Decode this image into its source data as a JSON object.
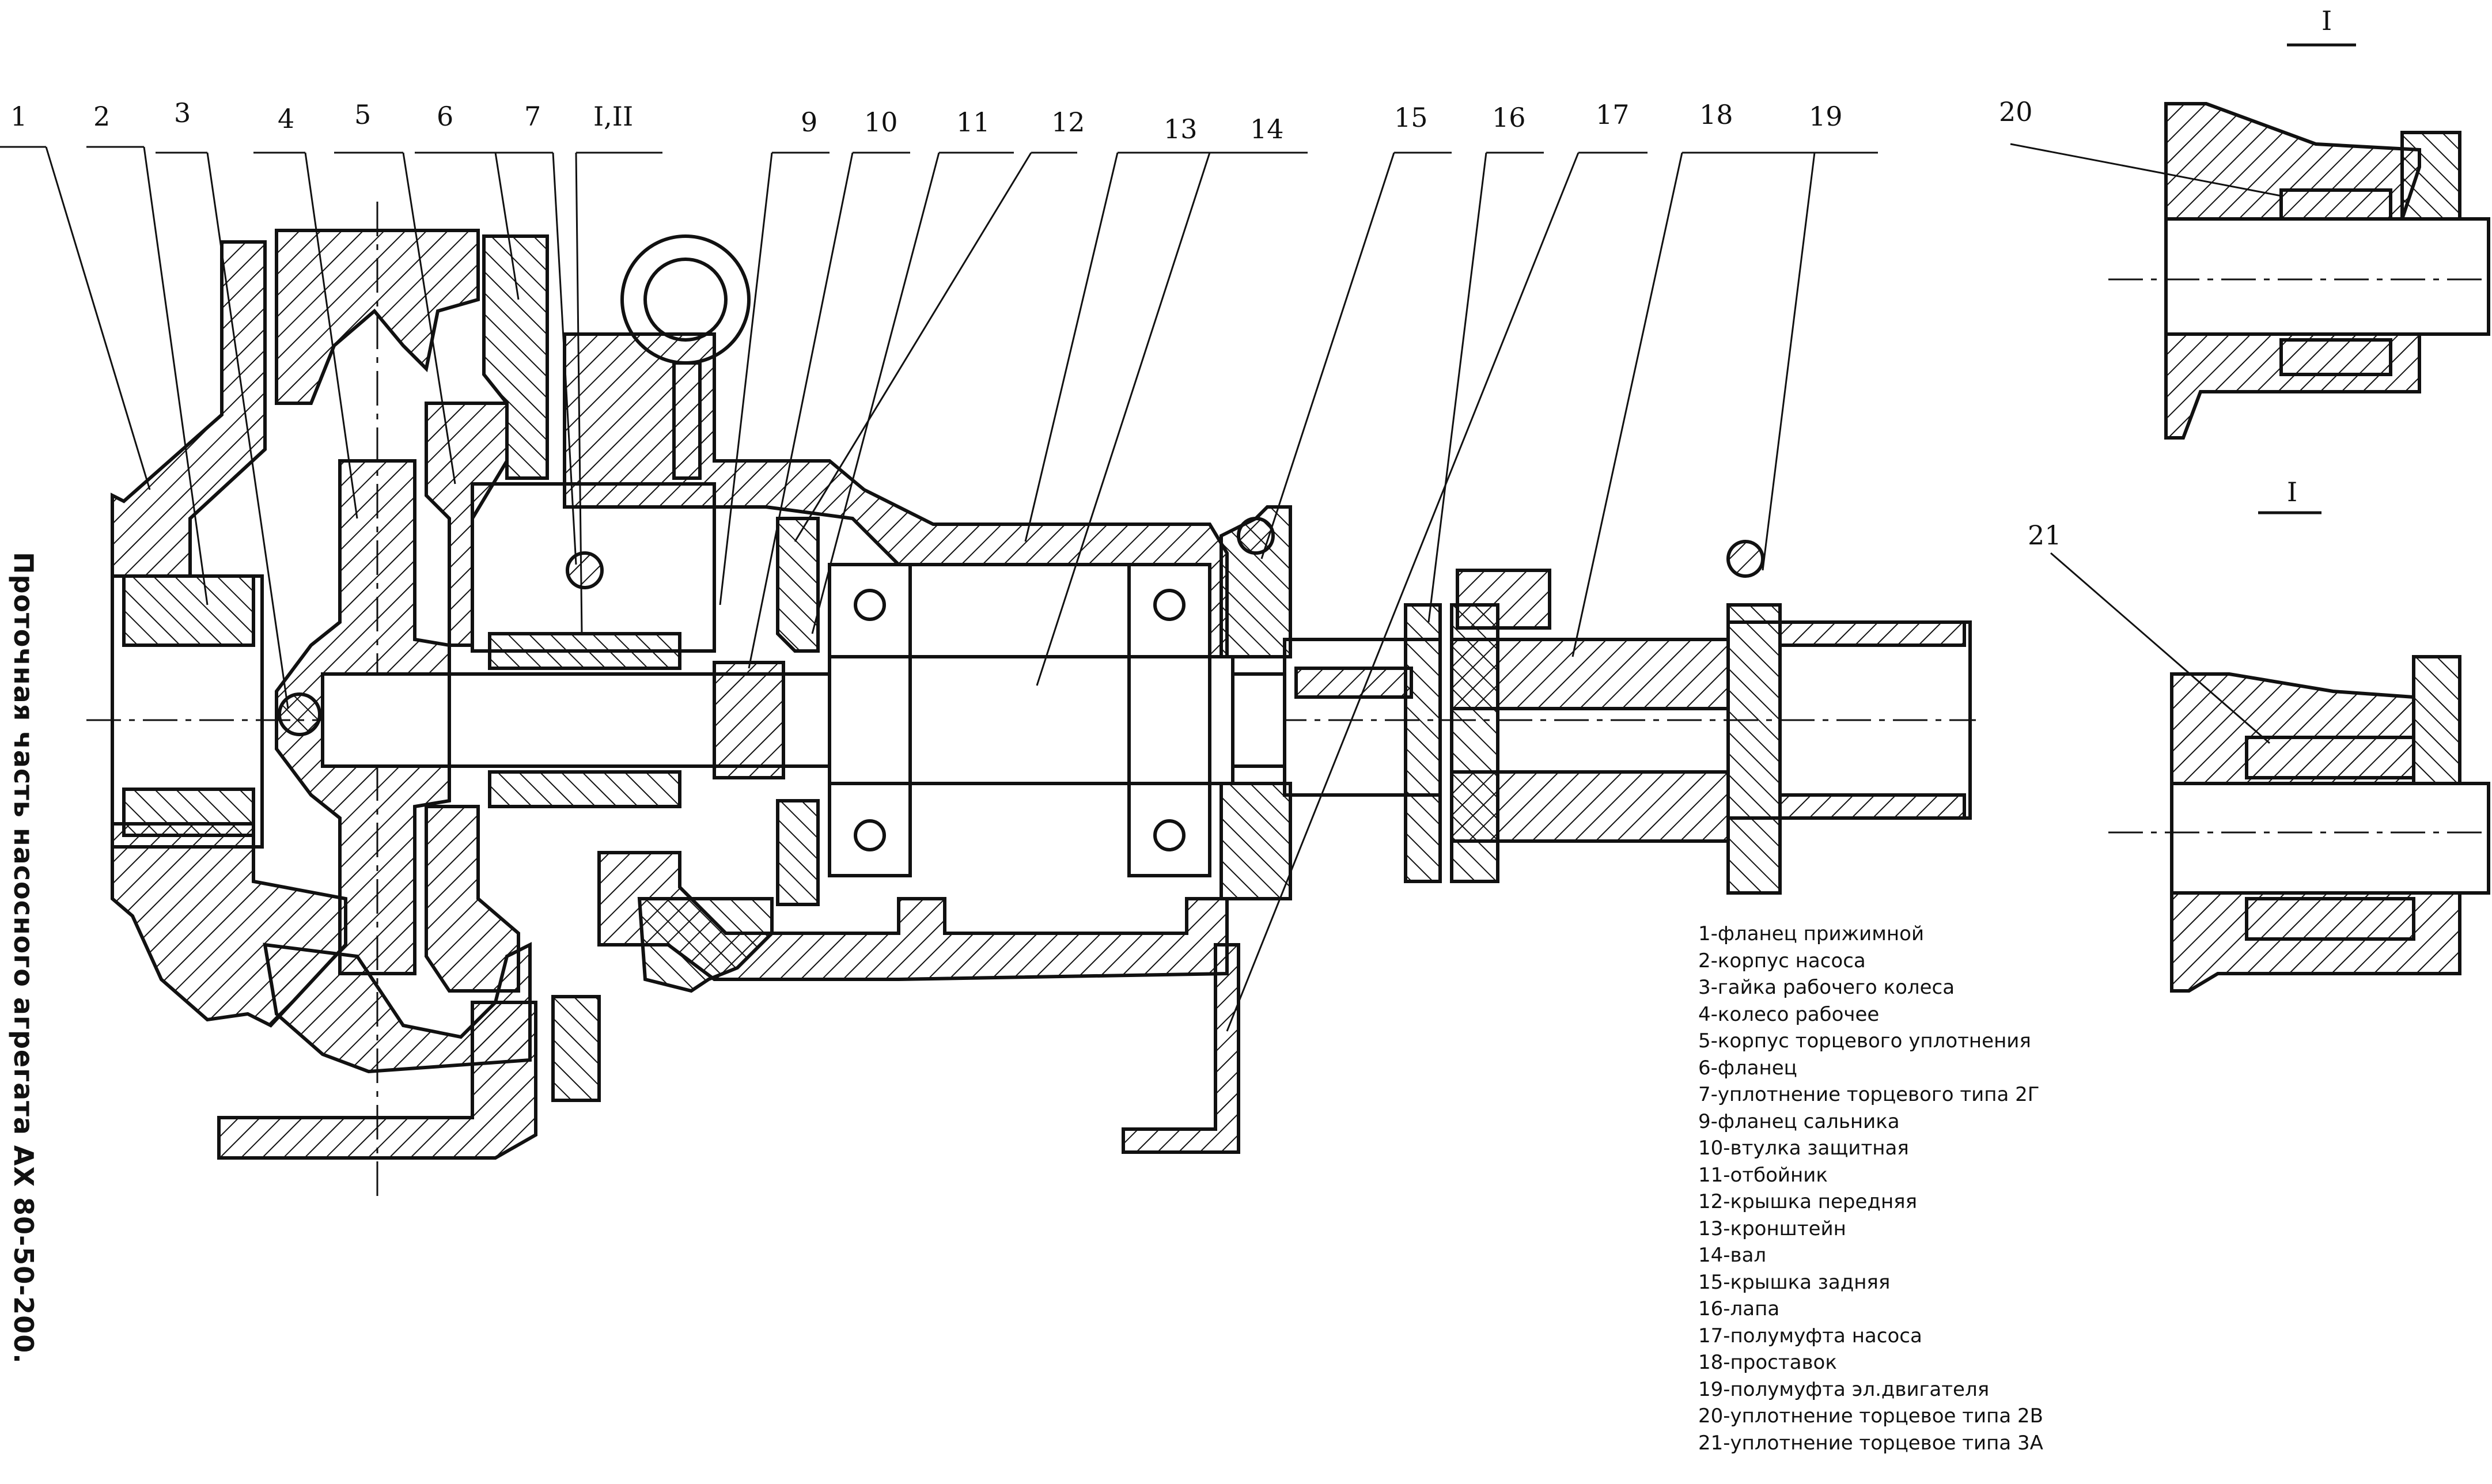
{
  "title": "Проточная часть насосного агрегата АХ 80-50-200.",
  "callout_numbers": [
    "1",
    "2",
    "3",
    "4",
    "5",
    "6",
    "7",
    "I,II",
    "9",
    "10",
    "11",
    "12",
    "13",
    "14",
    "15",
    "16",
    "17",
    "18",
    "19",
    "20",
    "21"
  ],
  "section_marks": [
    "I",
    "I"
  ],
  "legend": [
    "1-фланец прижимной",
    "2-корпус насоса",
    "3-гайка рабочего колеса",
    "4-колесо рабочее",
    "5-корпус торцевого уплотнения",
    "6-фланец",
    "7-уплотнение торцевого типа 2Г",
    "9-фланец сальника",
    "10-втулка защитная",
    "11-отбойник",
    "12-крышка передняя",
    "13-кронштейн",
    "14-вал",
    "15-крышка задняя",
    "16-лапа",
    "17-полумуфта насоса",
    "18-проставок",
    "19-полумуфта эл.двигателя",
    "20-уплотнение торцевое типа 2В",
    "21-уплотнение торцевое типа 3А"
  ]
}
